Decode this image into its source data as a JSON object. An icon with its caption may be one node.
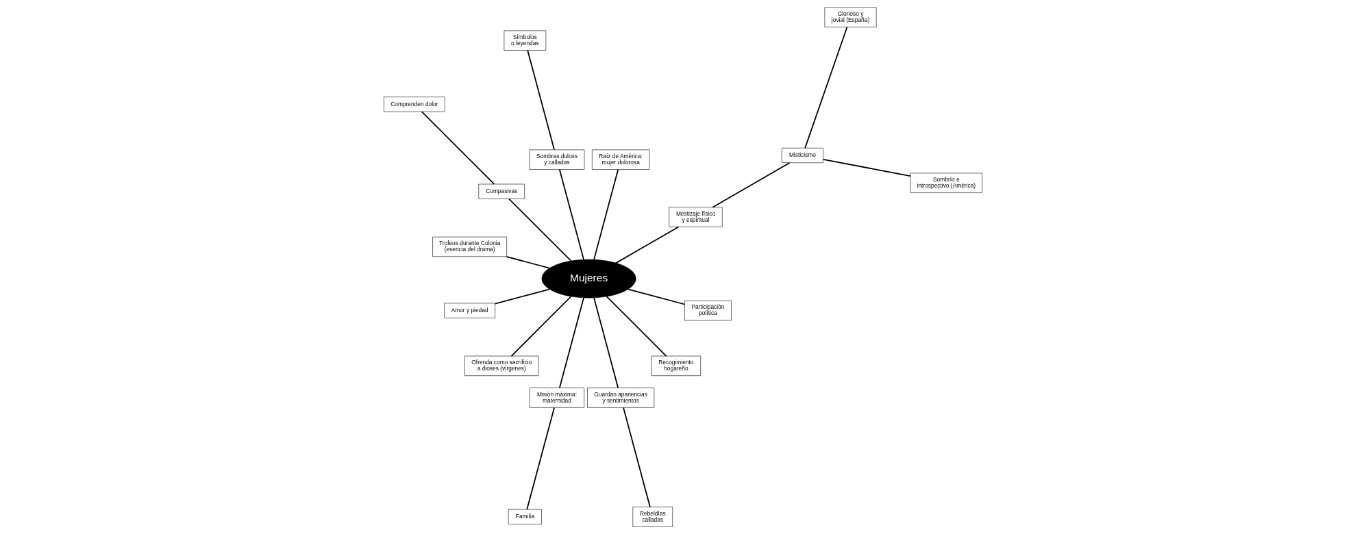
{
  "diagram": {
    "nodes": [
      {
        "text": [
          "Mujeres"
        ]
      },
      {
        "text": [
          "Sombrío e introspectivo (América)"
        ]
      },
      {
        "text": [
          "Misticismo"
        ]
      },
      {
        "text": [
          "Glorioso y jovial (España)"
        ]
      },
      {
        "text": [
          "Mestizaje físico y espiritual"
        ]
      },
      {
        "text": [
          "Raíz de América: mujer dolorosa"
        ]
      },
      {
        "text": [
          "Sombras dulces y calladas"
        ]
      },
      {
        "text": [
          "Símbolos o leyendas"
        ]
      },
      {
        "text": [
          "Compasivas"
        ]
      },
      {
        "text": [
          "Comprenden dolor"
        ]
      },
      {
        "text": [
          "Trofeos durante Colonia (esencia del drama)"
        ]
      },
      {
        "text": [
          "Amor y piedad"
        ]
      },
      {
        "text": [
          "Ofrenda como sacrificio a dioses (vírgenes)"
        ]
      },
      {
        "text": [
          "Misión máxima: maternidad"
        ]
      },
      {
        "text": [
          "Familia"
        ]
      },
      {
        "text": [
          "Guardan apariencias y sentimientos"
        ]
      },
      {
        "text": [
          "Recogimiento hogareño"
        ]
      },
      {
        "text": [
          "Participación política"
        ]
      },
      {
        "text": [
          "Rebeldías calladas"
        ]
      }
    ],
    "edges": [
      {
        "from": 0,
        "to": 4,
        "arrow": "none"
      },
      {
        "from": 4,
        "to": 2,
        "arrow": "none"
      },
      {
        "from": 2,
        "to": 1,
        "arrow": "none"
      },
      {
        "from": 2,
        "to": 3,
        "arrow": "none"
      },
      {
        "from": 0,
        "to": 5,
        "arrow": "none"
      },
      {
        "from": 0,
        "to": 6,
        "arrow": "none"
      },
      {
        "from": 6,
        "to": 7,
        "arrow": "none"
      },
      {
        "from": 0,
        "to": 8,
        "arrow": "none"
      },
      {
        "from": 8,
        "to": 9,
        "arrow": "none"
      },
      {
        "from": 0,
        "to": 10,
        "arrow": "none"
      },
      {
        "from": 0,
        "to": 11,
        "arrow": "none"
      },
      {
        "from": 0,
        "to": 12,
        "arrow": "none"
      },
      {
        "from": 0,
        "to": 13,
        "arrow": "none"
      },
      {
        "from": 13,
        "to": 14,
        "arrow": "none"
      },
      {
        "from": 0,
        "to": 15,
        "arrow": "none"
      },
      {
        "from": 15,
        "to": 18,
        "arrow": "none"
      },
      {
        "from": 0,
        "to": 16,
        "arrow": "none"
      },
      {
        "from": 0,
        "to": 17,
        "arrow": "none"
      }
    ]
  }
}
